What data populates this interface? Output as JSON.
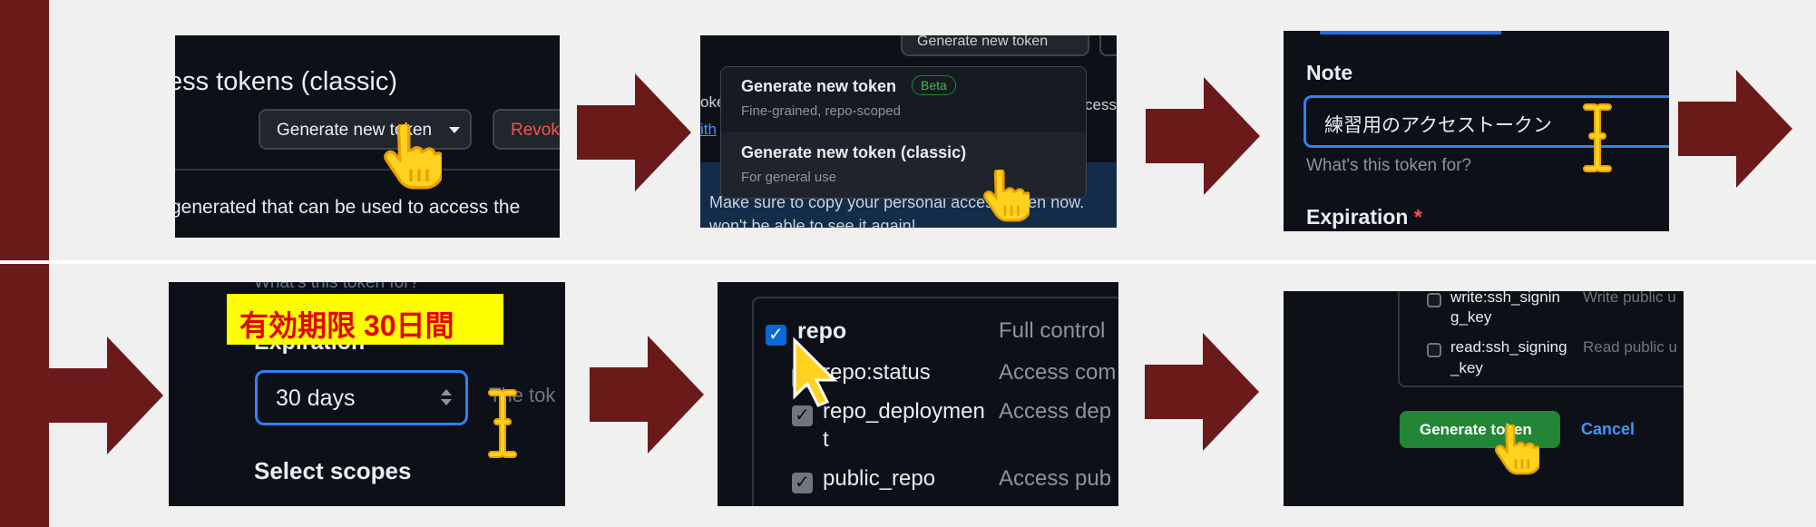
{
  "colors": {
    "accent_arrow": "#6b1a1a",
    "panel_bg": "#0d1117",
    "link_blue": "#4493f8",
    "green": "#238636",
    "danger": "#f85149",
    "highlight_yellow": "#ffff00",
    "highlight_text": "#e60000"
  },
  "steps": {
    "s1": {
      "heading": "ess tokens (classic)",
      "generate_btn": "Generate new token",
      "revoke_btn": "Revok",
      "body_text": "generated that can be used to access the"
    },
    "s2": {
      "top_btn": "Generate new token",
      "left_frag1": "oke",
      "left_frag2": "ith",
      "right_frag": "cess",
      "menu": [
        {
          "title": "Generate new token",
          "badge": "Beta",
          "subtitle": "Fine-grained, repo-scoped"
        },
        {
          "title": "Generate new token (classic)",
          "subtitle": "For general use"
        }
      ],
      "notice_line1": "Make sure to copy your personal access token now.",
      "notice_line2": "won't be able to see it again!"
    },
    "s3": {
      "note_label": "Note",
      "note_value": "練習用のアクセストークン",
      "note_hint": "What's this token for?",
      "expiration_label": "Expiration",
      "required_mark": "*"
    },
    "s4": {
      "top_fragment": "What's this token for?",
      "highlight_label": "有効期限 30日間",
      "expiration_label": "Expiration",
      "select_value": "30 days",
      "right_fragment": "The tok",
      "scopes_label": "Select scopes"
    },
    "s5": {
      "scopes": [
        {
          "name": "repo",
          "desc": "Full control",
          "checked": true
        },
        {
          "name": "repo:status",
          "desc": "Access com",
          "checked": true
        },
        {
          "name": "repo_deploymen",
          "name2": "t",
          "desc": "Access dep",
          "checked": true
        },
        {
          "name": "public_repo",
          "desc": "Access pub",
          "checked": true
        }
      ]
    },
    "s6": {
      "scopes": [
        {
          "name": "write:ssh_signin",
          "name2": "g_key",
          "desc": "Write public u"
        },
        {
          "name": "read:ssh_signing",
          "name2": "_key",
          "desc": "Read public u"
        }
      ],
      "generate_btn": "Generate token",
      "cancel_btn": "Cancel"
    }
  }
}
